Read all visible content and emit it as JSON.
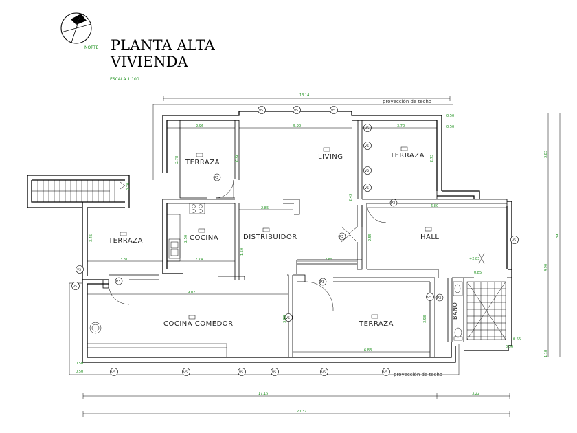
{
  "north_label": "NORTE",
  "title": {
    "line1": "PLANTA ALTA",
    "line2": "VIVIENDA",
    "scale": "ESCALA 1:100"
  },
  "projection_top": "proyección de techo",
  "projection_bottom": "proyección de techo",
  "rooms": {
    "living": "LIVING",
    "terraza_ne": "TERRAZA",
    "terraza_n": "TERRAZA",
    "terraza_w": "TERRAZA",
    "cocina": "COCINA",
    "distribuidor": "DISTRIBUIDOR",
    "hall": "HALL",
    "cocina_comedor": "COCINA COMEDOR",
    "terraza_s": "TERRAZA",
    "bano": "BAÑO"
  },
  "dimensions": {
    "top_overall": "13.14",
    "d_296": "2.96",
    "d_590": "5.90",
    "d_370": "3.70",
    "d_050": "0.50",
    "d_050b": "0.50",
    "d_278": "2.78",
    "d_272": "2.72",
    "d_270": "2.70",
    "d_273": "2.73",
    "d_285": "2.85",
    "d_680": "6.80",
    "d_345": "3.45",
    "d_250": "2.50",
    "d_150": "1.50",
    "d_243": "2.43",
    "d_255": "2.55",
    "d_381": "3.81",
    "d_274": "2.74",
    "d_285b": "2.85",
    "d_902": "9.02",
    "d_398": "3.98",
    "d_398b": "3.98",
    "d_683": "6.83",
    "d_085": "0.85",
    "d_055": "0.55",
    "d_050c": "0.50",
    "d_050d": "0.50",
    "d_050e": "0.50",
    "r_383": "3.83",
    "r_490": "4.90",
    "r_1189": "11.89",
    "r_118": "1.18",
    "bottom_1715": "17.15",
    "bottom_322": "3.22",
    "bottom_2037": "20.37",
    "level": "+2.83"
  },
  "doors": {
    "p3_a": "P3",
    "p3_b": "P3",
    "p3_c": "P3",
    "p3_d": "P3",
    "p3_e": "P3",
    "p3_f": "P3"
  },
  "window_tag": "V5"
}
